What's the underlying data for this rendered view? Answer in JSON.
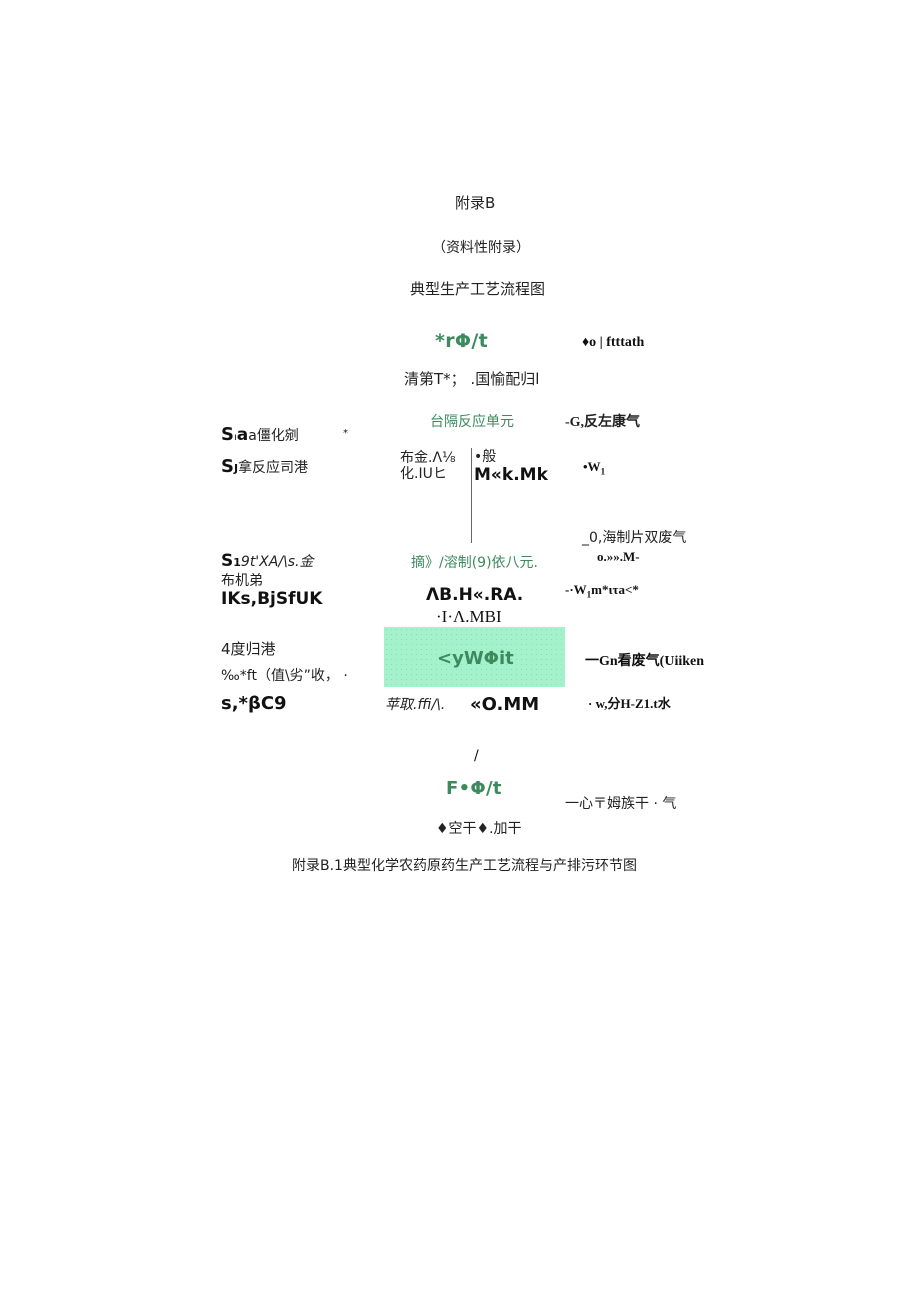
{
  "header": {
    "appendix_title": "附录B",
    "appendix_note": "（资料性附录）",
    "section_title": "典型生产工艺流程图"
  },
  "diagram": {
    "top_node": "*rΦ/t",
    "top_right_note": "♦o | ftttath",
    "step1": "清第T*； .国愉配归l",
    "unit1_label": "台隔反应单元",
    "unit1_right": "-G,反左康气",
    "left_s1a": "S",
    "left_s1a_tail": "a僵化剜",
    "left_s1a_mid": "ı",
    "left_star": "*",
    "left_s1b": "S",
    "left_s1b_mid": "J",
    "left_s1b_tail": "拿反应司港",
    "center_left_line1": "布金.Λ⅛",
    "center_left_line2": "化.IUヒ",
    "center_right_line1": "•般",
    "center_right_line2": "M«k.Mk",
    "right_w1": "•W",
    "right_w1_sub": "1",
    "right_g_line1": "_0,海制片双废气",
    "right_g_line2": "o.»».M-",
    "unit2_label": "摘》/溶制(9)依八元.",
    "left_s2_line1": "S",
    "left_s2_sub": "1",
    "left_s2_tail": "9t'XA/\\s.金",
    "left_s2_line2": "布机弟",
    "left_s2_line3": "IKs,BjSfUK",
    "center2_line1": "ΛB.H«.RA.",
    "center2_line2": "·I·Λ.MBI",
    "right_w2": "-·W",
    "right_w2_sub": "1",
    "right_w2_tail": "m*ιτa<*",
    "left_4_line1": "4度归港",
    "left_4_line2": "‰*ft（值\\劣”收，  ·",
    "left_4_line3": "s,*βC9",
    "highlight_box_label": "<yWΦit",
    "right_gn": "一Gn看废气(Uiiken",
    "below_box_left": "苹取.ffi/\\.",
    "below_box_right": "«O.MM",
    "right_w3": "· w,分H-Z1.t水",
    "slash": "/",
    "bottom_node": "F•Φ/t",
    "bottom_right_note": "一心〒姆族干 · 气",
    "bottom_step": "♦空干♦.加干"
  },
  "caption": {
    "figure_label": "附录B.1",
    "figure_text": "典型化学农药原药生产工艺流程与产排污环节图"
  },
  "colors": {
    "green_text": "#3d8a5e",
    "highlight_box": "#a4f2cc"
  }
}
